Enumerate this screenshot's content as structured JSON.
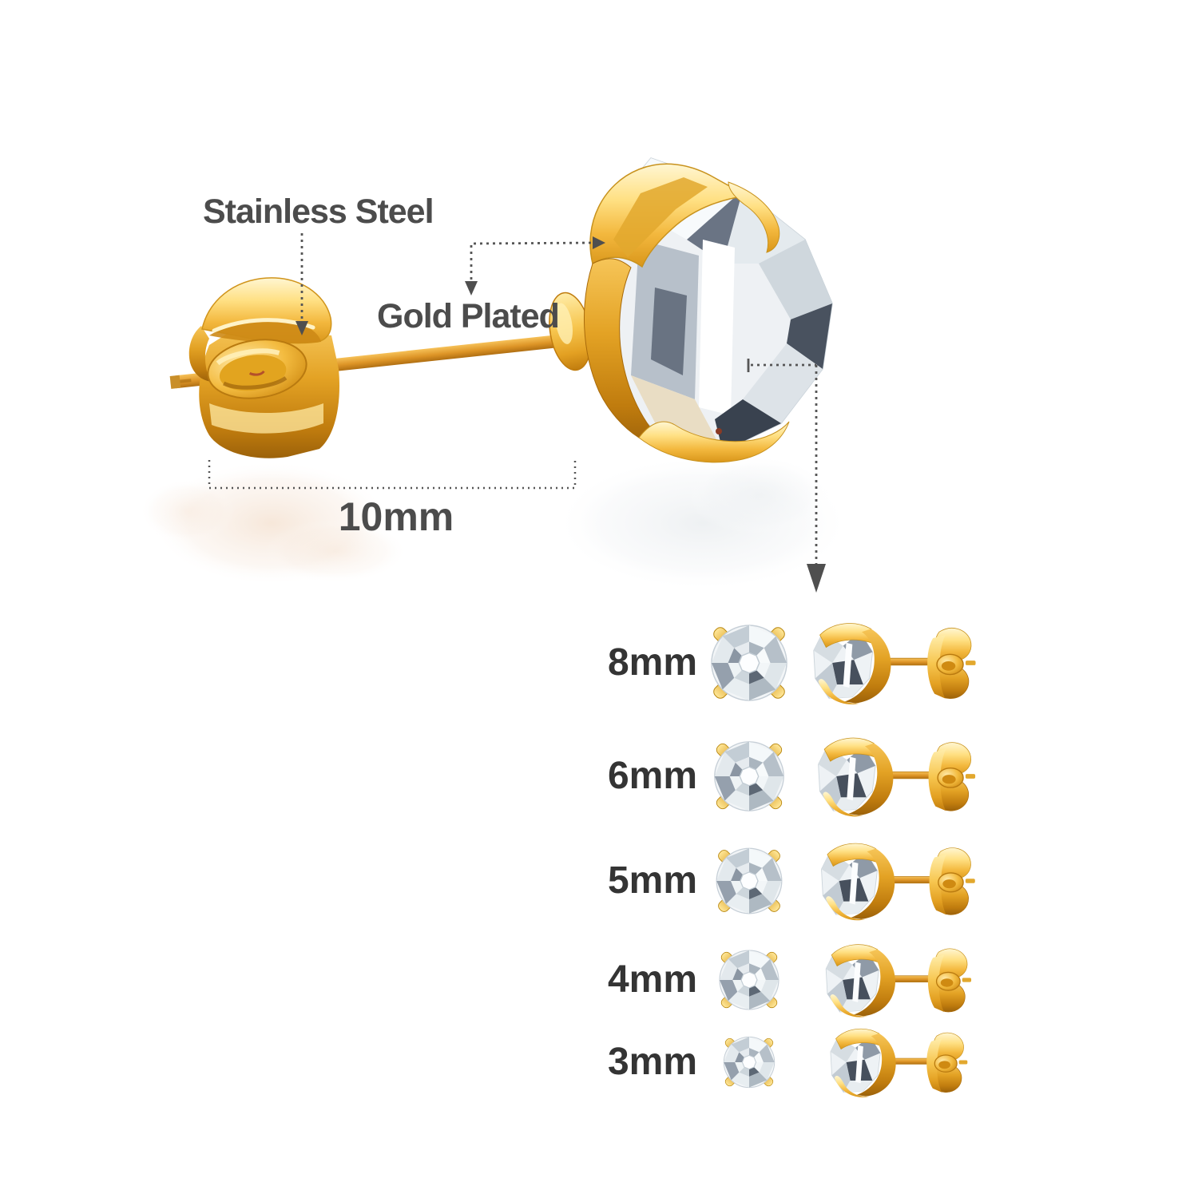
{
  "annotations": {
    "material_label": "Stainless Steel",
    "plating_label": "Gold Plated",
    "post_length_label": "10mm"
  },
  "size_chart": {
    "rows": [
      {
        "label": "8mm"
      },
      {
        "label": "6mm"
      },
      {
        "label": "5mm"
      },
      {
        "label": "4mm"
      },
      {
        "label": "3mm"
      }
    ]
  },
  "colors": {
    "background": "#ffffff",
    "annotation_text": "#4c4c4c",
    "size_label_text": "#343434",
    "callout_line": "#565656",
    "gold_highlight": "#fff6d2",
    "gold_mid": "#f3b83e",
    "gold_deep": "#c07c0e",
    "post_gold": "#dd9426",
    "stone_light": "#f2f5f7",
    "stone_mid": "#aab4bf",
    "stone_dark": "#47505d"
  }
}
